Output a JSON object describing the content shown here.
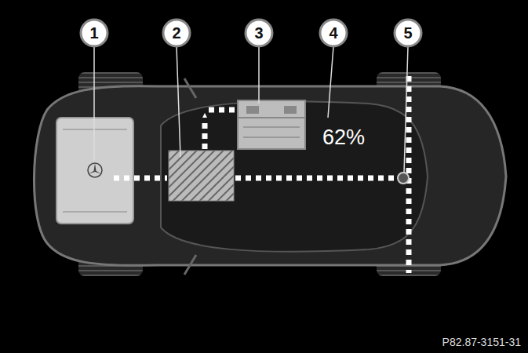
{
  "diagram": {
    "labels": [
      "1",
      "2",
      "3",
      "4",
      "5",
      "62%",
      "P82.87-3151-31"
    ]
  }
}
